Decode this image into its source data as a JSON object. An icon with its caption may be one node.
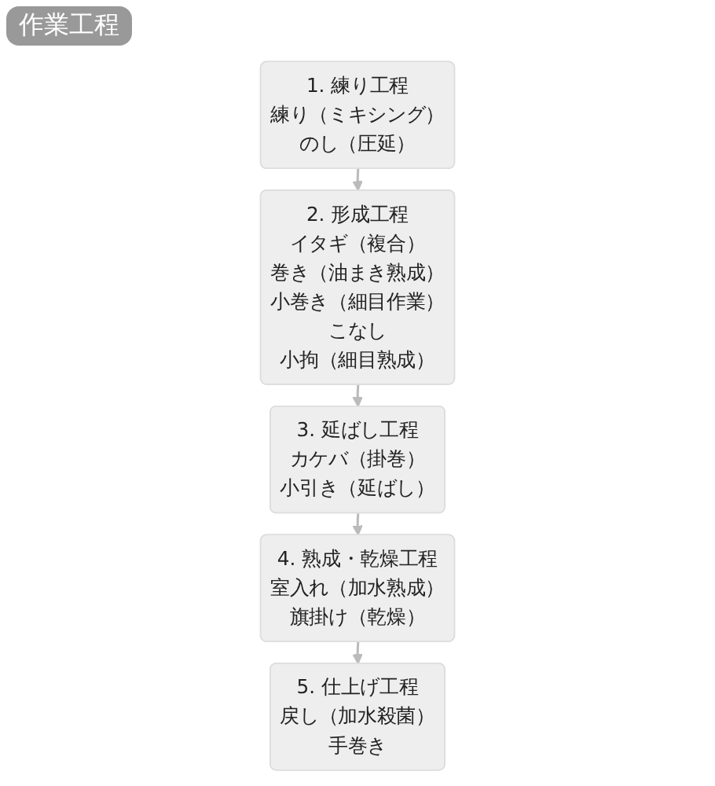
{
  "diagram": {
    "title": "作業工程",
    "nodes": [
      {
        "text": [
          "1. 練り工程",
          "練り（ミキシング）",
          "のし（圧延）"
        ]
      },
      {
        "text": [
          "2. 形成工程",
          "イタギ（複合）",
          "巻き（油まき熟成）",
          "小巻き（細目作業）",
          "こなし",
          "小拘（細目熟成）"
        ]
      },
      {
        "text": [
          "3. 延ばし工程",
          "カケバ（掛巻）",
          "小引き（延ばし）"
        ]
      },
      {
        "text": [
          "4. 熟成・乾燥工程",
          "室入れ（加水熟成）",
          "旗掛け（乾燥）"
        ]
      },
      {
        "text": [
          "5. 仕上げ工程",
          "戻し（加水殺菌）",
          "手巻き"
        ]
      }
    ],
    "edges": [
      {
        "from": 0,
        "to": 1,
        "arrow": "to"
      },
      {
        "from": 1,
        "to": 2,
        "arrow": "to"
      },
      {
        "from": 2,
        "to": 3,
        "arrow": "to"
      },
      {
        "from": 3,
        "to": 4,
        "arrow": "to"
      }
    ]
  }
}
